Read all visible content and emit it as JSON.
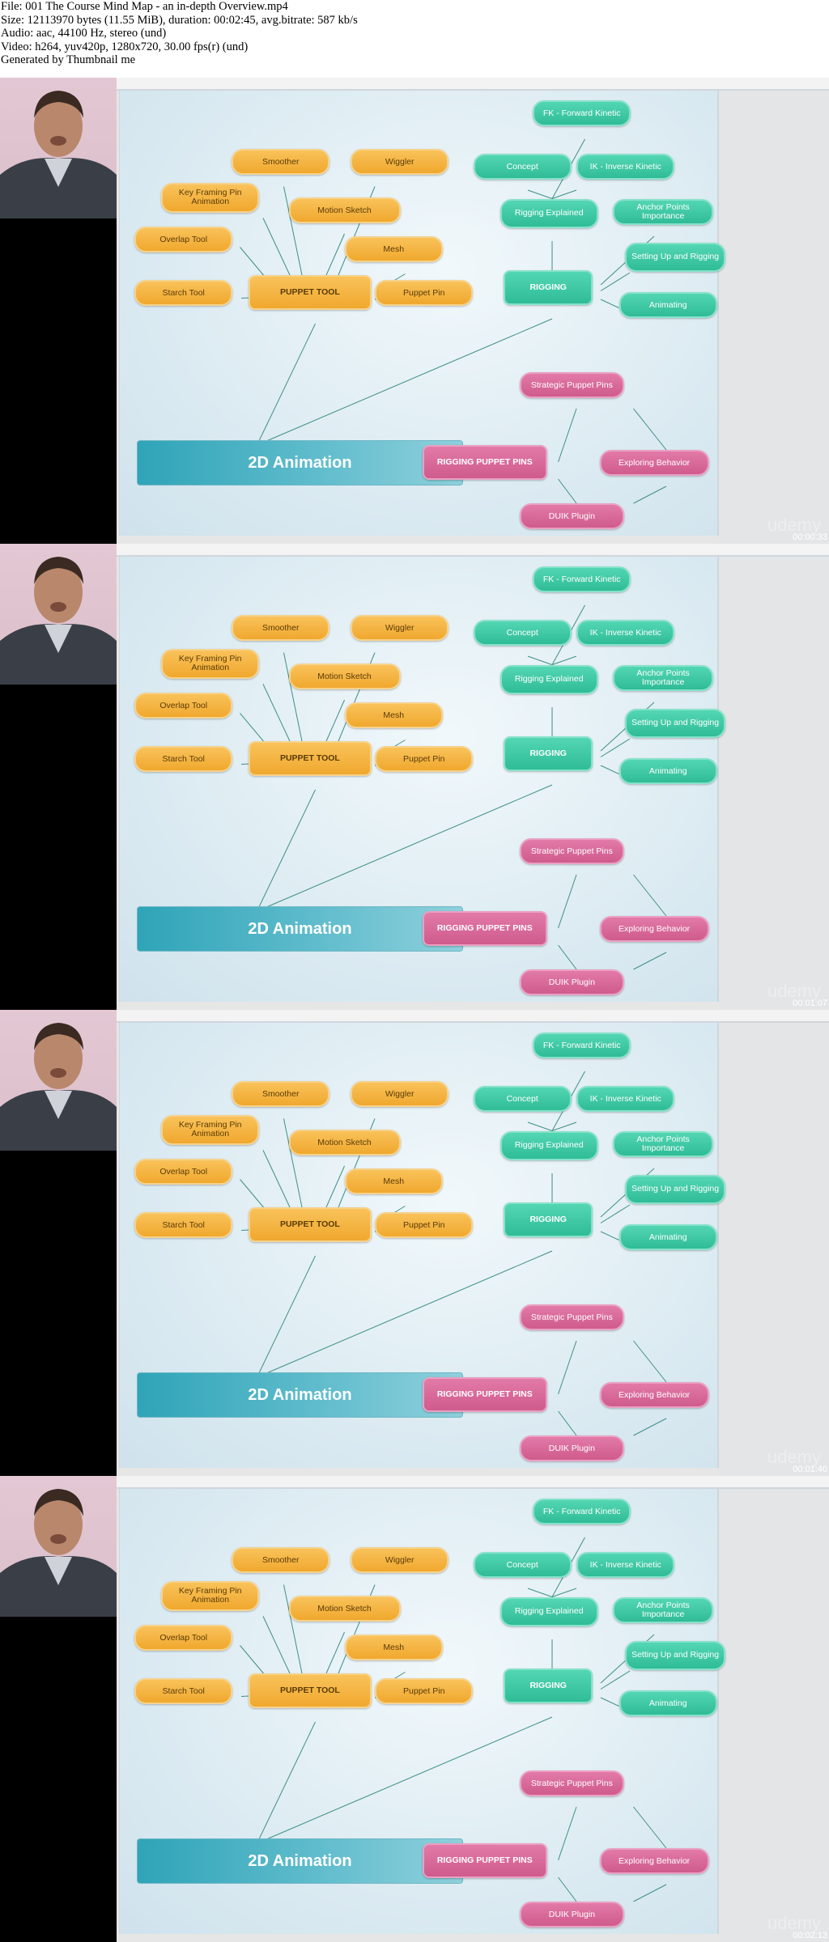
{
  "header": {
    "lines": [
      "File: 001 The Course Mind Map - an in-depth Overview.mp4",
      "Size: 12113970 bytes (11.55 MiB), duration: 00:02:45, avg.bitrate: 587 kb/s",
      "Audio: aac, 44100 Hz, stereo (und)",
      "Video: h264, yuv420p, 1280x720, 30.00 fps(r) (und)",
      "Generated by Thumbnail me"
    ]
  },
  "frames": [
    {
      "timestamp": "00:00:33"
    },
    {
      "timestamp": "00:01:07"
    },
    {
      "timestamp": "00:01:40"
    },
    {
      "timestamp": "00:02:13"
    }
  ],
  "watermark": "udemy",
  "mindmap": {
    "root": "2D Animation",
    "puppet_tool": {
      "label": "PUPPET TOOL",
      "children": [
        "Overlap Tool",
        "Starch Tool",
        "Key Framing Pin Animation",
        "Smoother",
        "Wiggler",
        "Motion Sketch",
        "Mesh",
        "Puppet Pin"
      ]
    },
    "rigging": {
      "label": "RIGGING",
      "children": [
        "Concept",
        "FK - Forward Kinetic",
        "IK - Inverse Kinetic",
        "Rigging Explained",
        "Anchor Points Importance",
        "Setting Up and Rigging",
        "Animating"
      ]
    },
    "rigging_puppet_pins": {
      "label": "RIGGING PUPPET PINS",
      "children": [
        "Strategic Puppet Pins",
        "Exploring Behavior",
        "DUIK Plugin"
      ]
    }
  },
  "colors": {
    "puppet_branch": "#f0a82e",
    "rigging_branch": "#2fbc97",
    "pins_branch": "#cf5b8d",
    "root": "#2fa4b8",
    "background": "#dcebf2"
  }
}
